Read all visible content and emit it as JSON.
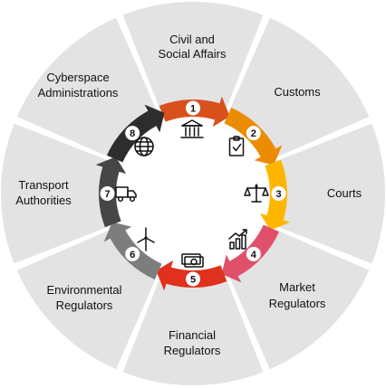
{
  "colors": {
    "outer": "#e3e3e3",
    "divider": "#ffffff"
  },
  "segments": [
    {
      "number": "1",
      "line1": "Civil and",
      "line2": "Social Affairs",
      "color": "#d8511d",
      "icon": "building-icon"
    },
    {
      "number": "2",
      "line1": "Customs",
      "line2": "",
      "color": "#eb8c00",
      "icon": "clipboard-check-icon"
    },
    {
      "number": "3",
      "line1": "Courts",
      "line2": "",
      "color": "#ffb600",
      "icon": "scales-icon"
    },
    {
      "number": "4",
      "line1": "Market",
      "line2": "Regulators",
      "color": "#e0506a",
      "icon": "growth-chart-icon"
    },
    {
      "number": "5",
      "line1": "Financial",
      "line2": "Regulators",
      "color": "#e0301e",
      "icon": "money-icon"
    },
    {
      "number": "6",
      "line1": "Environmental",
      "line2": "Regulators",
      "color": "#7d7d7d",
      "icon": "wind-turbine-icon"
    },
    {
      "number": "7",
      "line1": "Transport",
      "line2": "Authorities",
      "color": "#464646",
      "icon": "truck-icon"
    },
    {
      "number": "8",
      "line1": "Cyberspace",
      "line2": "Administrations",
      "color": "#2d2d2d",
      "icon": "globe-icon"
    }
  ]
}
